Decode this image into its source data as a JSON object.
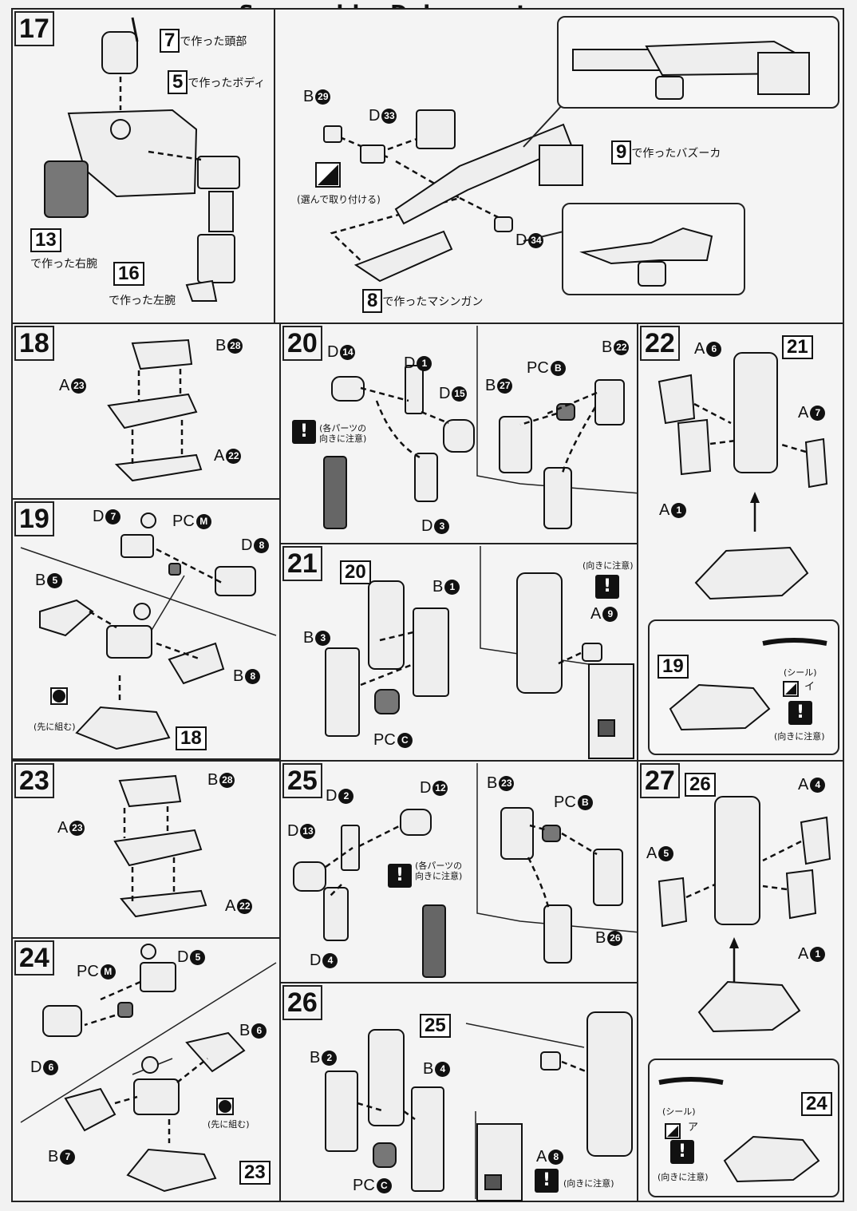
{
  "watermark": "Scanned by Dalong.net",
  "steps": {
    "s17": {
      "num": "17",
      "ref7": "7",
      "ref7_text": "で作った頭部",
      "ref5": "5",
      "ref5_text": "で作ったボディ",
      "ref13": "13",
      "ref13_text": "で作った右腕",
      "ref16": "16",
      "ref16_text": "で作った左腕",
      "b29": "B",
      "b29_n": "29",
      "d33": "D",
      "d33_n": "33",
      "d34": "D",
      "d34_n": "34",
      "choose_text": "(選んで取り付ける)",
      "ref9": "9",
      "ref9_text": "で作ったバズーカ",
      "ref8": "8",
      "ref8_text": "で作ったマシンガン"
    },
    "s18": {
      "num": "18",
      "b28": "B",
      "b28_n": "28",
      "a23": "A",
      "a23_n": "23",
      "a22": "A",
      "a22_n": "22"
    },
    "s19": {
      "num": "19",
      "d7": "D",
      "d7_n": "7",
      "pcm": "PC",
      "pcm_n": "M",
      "d8": "D",
      "d8_n": "8",
      "b5": "B",
      "b5_n": "5",
      "b8": "B",
      "b8_n": "8",
      "first": "(先に組む)",
      "ref18": "18"
    },
    "s20": {
      "num": "20",
      "d14": "D",
      "d14_n": "14",
      "d1": "D",
      "d1_n": "1",
      "d15": "D",
      "d15_n": "15",
      "d3": "D",
      "d3_n": "3",
      "note": "(各パーツの\n向きに注意)",
      "b22": "B",
      "b22_n": "22",
      "pcb": "PC",
      "pcb_n": "B",
      "b27": "B",
      "b27_n": "27"
    },
    "s21": {
      "num": "21",
      "ref20": "20",
      "b1": "B",
      "b1_n": "1",
      "b3": "B",
      "b3_n": "3",
      "pcc": "PC",
      "pcc_n": "C",
      "a9": "A",
      "a9_n": "9",
      "note": "(向きに注意)"
    },
    "s22": {
      "num": "22",
      "a6": "A",
      "a6_n": "6",
      "ref21": "21",
      "a7": "A",
      "a7_n": "7",
      "a1": "A",
      "a1_n": "1",
      "ref19": "19",
      "seal": "(シール)",
      "seal_id": "イ",
      "note": "(向きに注意)"
    },
    "s23": {
      "num": "23",
      "b28": "B",
      "b28_n": "28",
      "a23": "A",
      "a23_n": "23",
      "a22": "A",
      "a22_n": "22"
    },
    "s24": {
      "num": "24",
      "pcm": "PC",
      "pcm_n": "M",
      "d5": "D",
      "d5_n": "5",
      "d6": "D",
      "d6_n": "6",
      "b6": "B",
      "b6_n": "6",
      "b7": "B",
      "b7_n": "7",
      "first": "(先に組む)",
      "ref23": "23"
    },
    "s25": {
      "num": "25",
      "d2": "D",
      "d2_n": "2",
      "d12": "D",
      "d12_n": "12",
      "d13": "D",
      "d13_n": "13",
      "d4": "D",
      "d4_n": "4",
      "note": "(各パーツの\n向きに注意)",
      "b23": "B",
      "b23_n": "23",
      "pcb": "PC",
      "pcb_n": "B",
      "b26": "B",
      "b26_n": "26"
    },
    "s26": {
      "num": "26",
      "ref25": "25",
      "b2": "B",
      "b2_n": "2",
      "b4": "B",
      "b4_n": "4",
      "pcc": "PC",
      "pcc_n": "C",
      "a8": "A",
      "a8_n": "8",
      "note": "(向きに注意)"
    },
    "s27": {
      "num": "27",
      "ref26": "26",
      "a4": "A",
      "a4_n": "4",
      "a5": "A",
      "a5_n": "5",
      "a1": "A",
      "a1_n": "1",
      "ref24": "24",
      "seal": "(シール)",
      "seal_id": "ア",
      "note": "(向きに注意)"
    }
  }
}
